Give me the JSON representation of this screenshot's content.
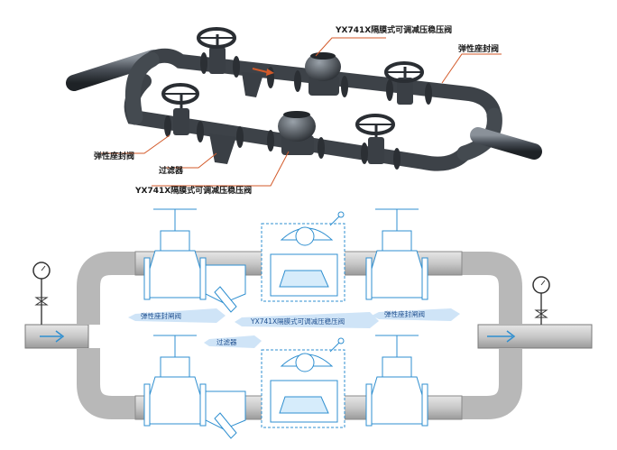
{
  "top_labels": {
    "prv_top": "YX741X隔膜式可调减压稳压阀",
    "seal_valve_right": "弹性座封阀",
    "seal_valve_left": "弹性座封阀",
    "strainer": "过滤器",
    "prv_bottom": "YX741X隔膜式可调减压稳压阀"
  },
  "bottom_labels": {
    "seal_valve_left": "弹性座封闸阀",
    "prv_center": "YX741X隔膜式可调减压稳压阀",
    "seal_valve_right": "弹性座封闸阀",
    "strainer": "过滤器"
  },
  "colors": {
    "pipe_3d": "#4a5058",
    "pipe_2d": "#b5b5b5",
    "valve_line": "#2f8fd0",
    "leader": "#d35a2a",
    "flow_arrow": "#2f8fd0"
  }
}
